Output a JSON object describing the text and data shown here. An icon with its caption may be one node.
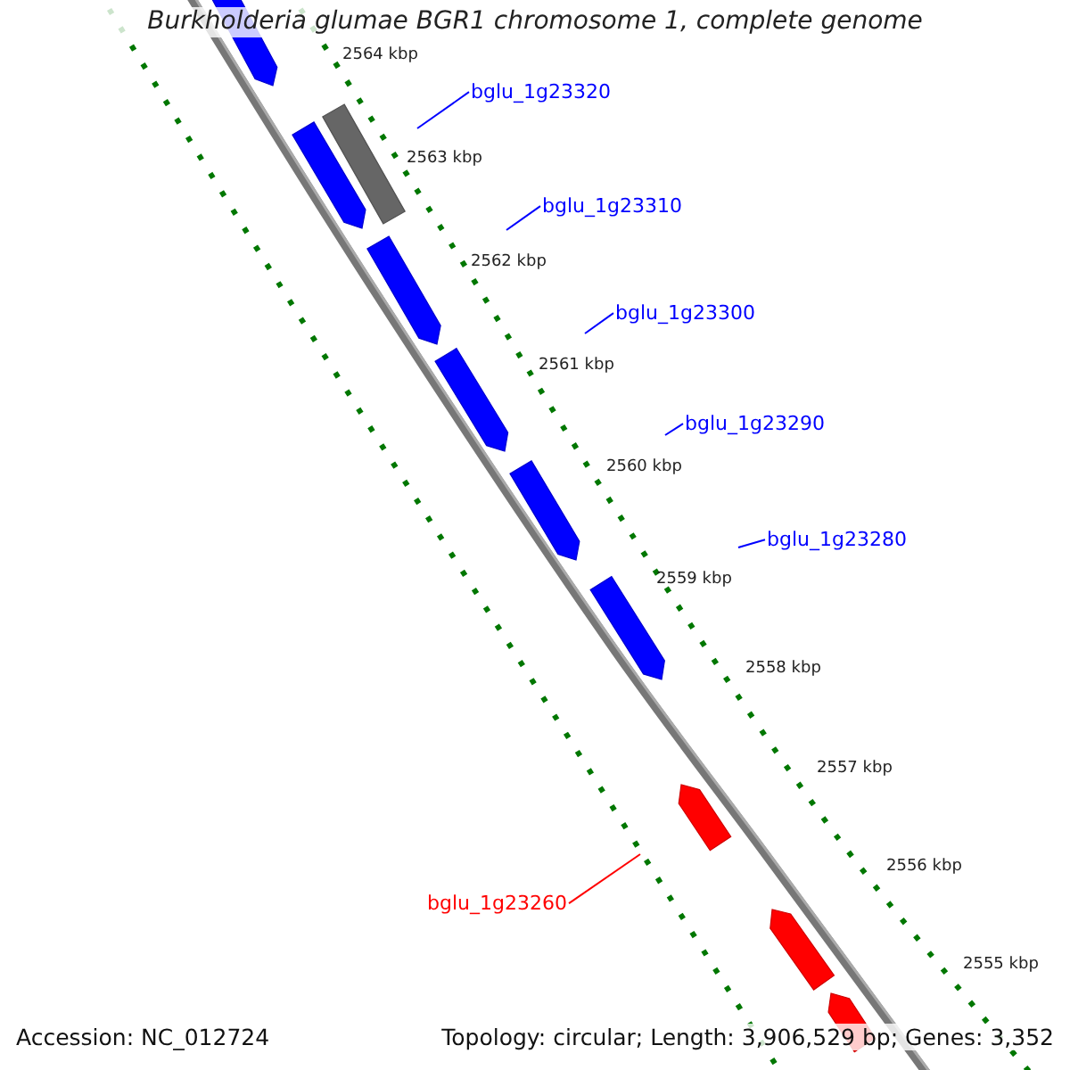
{
  "diagram": {
    "title": "Burkholderia glumae BGR1 chromosome 1, complete genome",
    "nodes": [
      {
        "text": [],
        "shape": "arrow"
      },
      {
        "text": [
          "bglu_1g23320"
        ]
      },
      {
        "text": [],
        "shape": "bar"
      },
      {
        "text": [],
        "shape": "arrow"
      },
      {
        "text": [
          "bglu_1g23310"
        ]
      },
      {
        "text": [],
        "shape": "arrow"
      },
      {
        "text": [
          "bglu_1g23300"
        ]
      },
      {
        "text": [],
        "shape": "arrow"
      },
      {
        "text": [
          "bglu_1g23290"
        ]
      },
      {
        "text": [],
        "shape": "arrow"
      },
      {
        "text": [
          "bglu_1g23280"
        ]
      },
      {
        "text": [],
        "shape": "arrow"
      },
      {
        "text": [],
        "shape": "arrow"
      },
      {
        "text": [
          "bglu_1g23260"
        ]
      },
      {
        "text": [],
        "shape": "arrow"
      },
      {
        "text": [],
        "shape": "arrow"
      }
    ],
    "edges": [
      {
        "from": 1,
        "to": null,
        "arrow": "none"
      },
      {
        "from": 4,
        "to": null,
        "arrow": "none"
      },
      {
        "from": 6,
        "to": null,
        "arrow": "none"
      },
      {
        "from": 8,
        "to": null,
        "arrow": "none"
      },
      {
        "from": 10,
        "to": null,
        "arrow": "none"
      },
      {
        "from": 13,
        "to": null,
        "arrow": "none",
        "color": "#ff0000"
      }
    ],
    "labels": [
      "2564 kbp",
      "2563 kbp",
      "2562 kbp",
      "2561 kbp",
      "2560 kbp",
      "2559 kbp",
      "2558 kbp",
      "2557 kbp",
      "2556 kbp",
      "2555 kbp",
      "Accession: NC_012724",
      "Topology: circular; Length: 3,906,529 bp; Genes: 3,352"
    ]
  }
}
